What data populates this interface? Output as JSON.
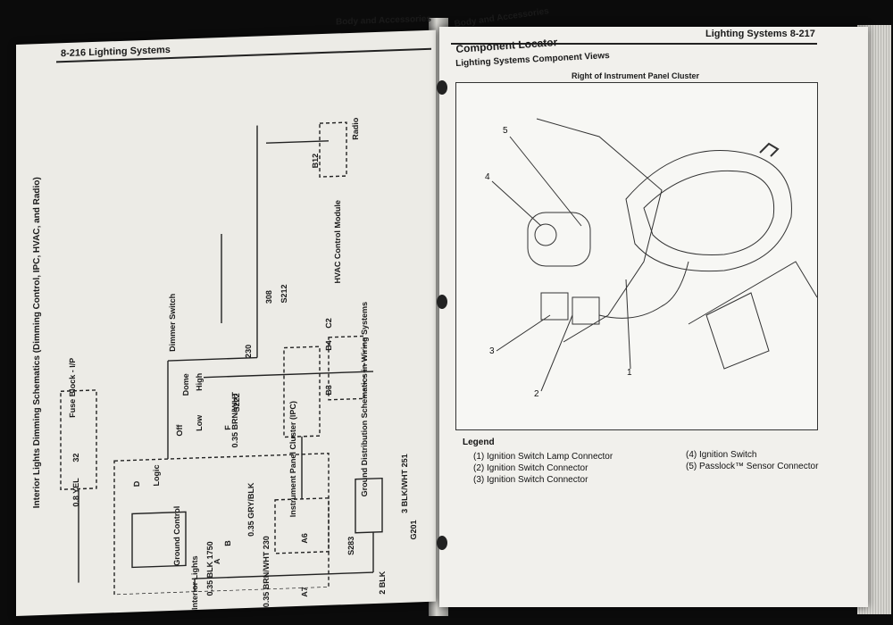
{
  "left_page": {
    "header_left": "8-216   Lighting Systems",
    "header_right": "Body and Accessories",
    "title": "Interior Lights Dimming Schematics (Dimming Control, IPC, HVAC, and Radio)",
    "labels": {
      "fuse_block": "Fuse Block - I/P",
      "dimmer_switch": "Dimmer Switch",
      "hvac_module": "HVAC Control Module",
      "radio": "Radio",
      "ipc": "Instrument Panel Cluster (IPC)",
      "ground_dist": "Ground Distribution Schematics in Wiring Systems",
      "wire_yel": "0.8 YEL",
      "wire_32": "32",
      "wire_brn_wht_1": "0.35 BRN/WHT",
      "wire_230": "230",
      "wire_gry_blk_1": "0.35 GRY/BLK",
      "wire_308": "308",
      "wire_s212": "S212",
      "wire_s222": "S222",
      "wire_s283": "S283",
      "wire_g201": "G201",
      "wire_blk_1750": "0.35 BLK  1750",
      "wire_2blk": "2 BLK",
      "wire_3blk_wht": "3 BLK/WHT  251",
      "wire_brn_wht_2": "0.35 BRN/WHT  230",
      "interior_lights": "Interior Lights",
      "ground_control": "Ground Control",
      "low": "Low",
      "high": "High",
      "off": "Off",
      "dome": "Dome",
      "logic": "Logic",
      "pin_a": "A",
      "pin_b": "B",
      "pin_d": "D",
      "pin_f": "F",
      "pin_a6": "A6",
      "pin_a7": "A7",
      "pin_b3": "B3",
      "pin_b4": "B4",
      "pin_c2": "C2",
      "pin_b12": "B12"
    }
  },
  "right_page": {
    "header_left": "Body and Accessories",
    "header_right": "Lighting Systems   8-217",
    "section": "Component Locator",
    "subsection": "Lighting Systems Component Views",
    "figure_caption": "Right of Instrument Panel Cluster",
    "legend_title": "Legend",
    "legend": [
      "(1)  Ignition Switch Lamp Connector",
      "(2)  Ignition Switch Connector",
      "(3)  Ignition Switch Connector",
      "(4)  Ignition Switch",
      "(5)  Passlock™ Sensor Connector"
    ],
    "callouts": [
      "1",
      "2",
      "3",
      "4",
      "5"
    ]
  }
}
